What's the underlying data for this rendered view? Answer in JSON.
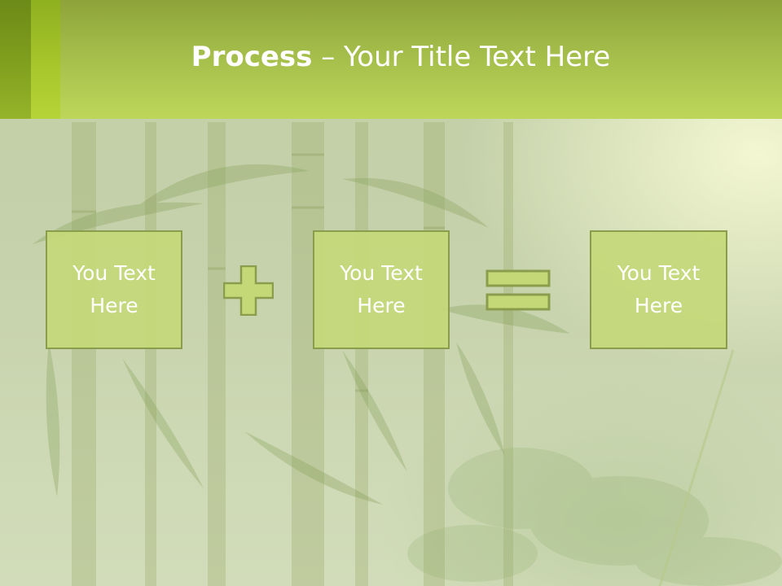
{
  "title": {
    "bold_part": "Process",
    "separator": " – ",
    "regular_part": "Your Title Text Here"
  },
  "process_boxes": [
    {
      "label": "You Text Here"
    },
    {
      "label": "You Text Here"
    },
    {
      "label": "You Text Here"
    }
  ],
  "operators": {
    "plus": "plus-sign",
    "equals": "equals-sign"
  },
  "colors": {
    "header_green": "#bdd65a",
    "box_fill": "#c4d878",
    "box_border": "#8b9d4c",
    "text": "#ffffff"
  }
}
